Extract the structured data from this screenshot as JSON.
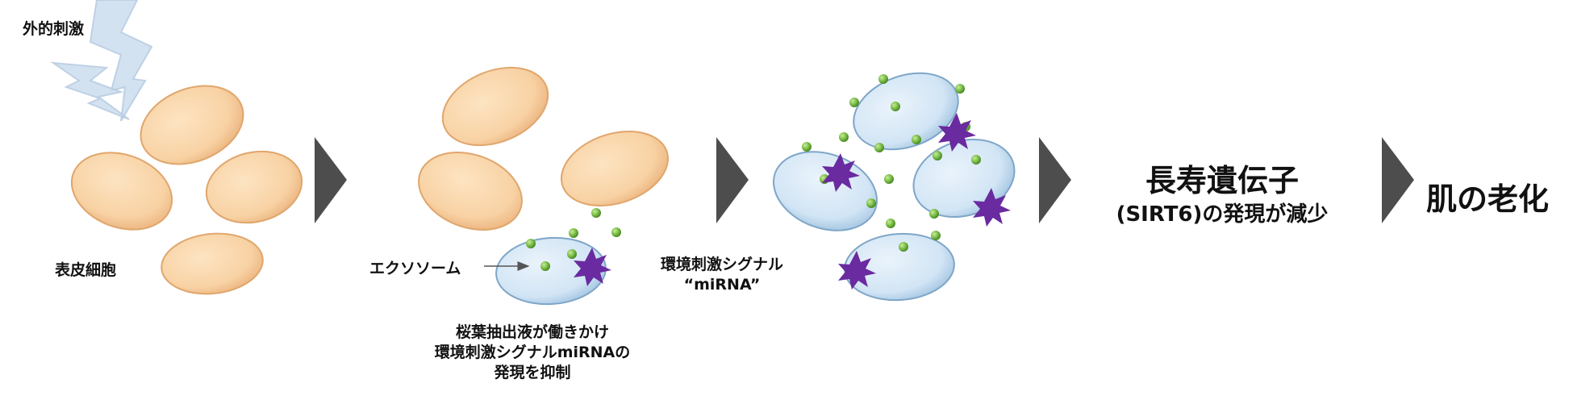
{
  "labels": {
    "stimulus": "外的刺激",
    "epidermal_cells": "表皮細胞",
    "exosome": "エクソソーム",
    "extract_line1": "桜葉抽出液が働きかけ",
    "extract_line2": "環境刺激シグナルmiRNAの",
    "extract_line3": "発現を抑制",
    "signal_line1": "環境刺激シグナル",
    "signal_line2": "“miRNA”",
    "sirt_line1": "長寿遺伝子",
    "sirt_line2": "(SIRT6)の発現が減少",
    "aging": "肌の老化"
  },
  "colors": {
    "healthy_cell": "#f8d4a8",
    "stressed_cell": "#d6e8f6",
    "signal_dot": "#7fc04a",
    "mirna_star": "#6a2aa0",
    "arrow": "#4d4d4d",
    "lightning": "#c9dbee"
  }
}
